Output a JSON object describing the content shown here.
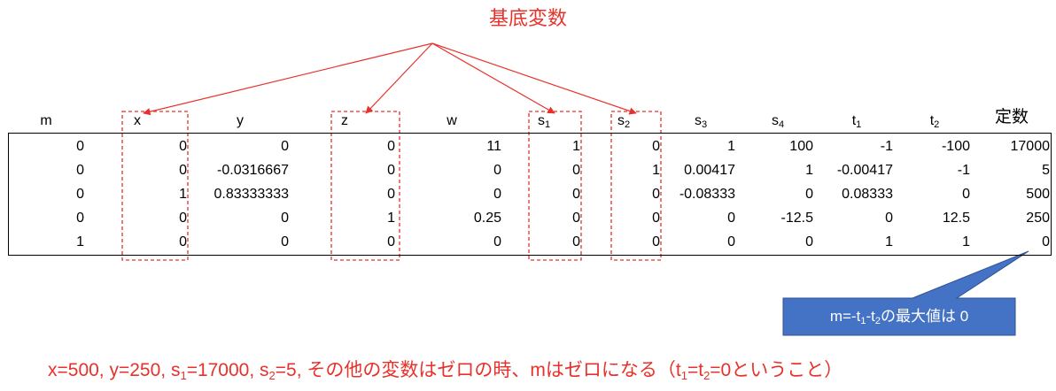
{
  "title": "基底変数",
  "colors": {
    "accent": "#e8312a",
    "callout_fill": "#4472c4",
    "callout_text": "#ffffff",
    "table_text": "#000000",
    "background": "#ffffff"
  },
  "headers": [
    {
      "base": "m",
      "sub": "",
      "basic": false
    },
    {
      "base": "x",
      "sub": "",
      "basic": true
    },
    {
      "base": "y",
      "sub": "",
      "basic": false
    },
    {
      "base": "z",
      "sub": "",
      "basic": true
    },
    {
      "base": "w",
      "sub": "",
      "basic": false
    },
    {
      "base": "s",
      "sub": "1",
      "basic": true
    },
    {
      "base": "s",
      "sub": "2",
      "basic": true
    },
    {
      "base": "s",
      "sub": "3",
      "basic": false
    },
    {
      "base": "s",
      "sub": "4",
      "basic": false
    },
    {
      "base": "t",
      "sub": "1",
      "basic": false
    },
    {
      "base": "t",
      "sub": "2",
      "basic": false
    },
    {
      "base": "定数",
      "sub": "",
      "basic": false
    }
  ],
  "rows": [
    [
      "0",
      "0",
      "0",
      "0",
      "11",
      "1",
      "0",
      "1",
      "100",
      "-1",
      "-100",
      "17000"
    ],
    [
      "0",
      "0",
      "-0.0316667",
      "0",
      "0",
      "0",
      "1",
      "0.00417",
      "1",
      "-0.00417",
      "-1",
      "5"
    ],
    [
      "0",
      "1",
      "0.83333333",
      "0",
      "0",
      "0",
      "0",
      "-0.08333",
      "0",
      "0.08333",
      "0",
      "500"
    ],
    [
      "0",
      "0",
      "0",
      "1",
      "0.25",
      "0",
      "0",
      "0",
      "-12.5",
      "0",
      "12.5",
      "250"
    ],
    [
      "1",
      "0",
      "0",
      "0",
      "0",
      "0",
      "0",
      "0",
      "0",
      "1",
      "1",
      "0"
    ]
  ],
  "callout": {
    "parts": [
      {
        "t": "m=-t",
        "sub": false
      },
      {
        "t": "1",
        "sub": true
      },
      {
        "t": "-t",
        "sub": false
      },
      {
        "t": "2",
        "sub": true
      },
      {
        "t": "の最大値は 0",
        "sub": false
      }
    ]
  },
  "bottom_note": {
    "parts": [
      {
        "t": "x=500, y=250, s",
        "sub": false
      },
      {
        "t": "1",
        "sub": true
      },
      {
        "t": "=17000, s",
        "sub": false
      },
      {
        "t": "2",
        "sub": true
      },
      {
        "t": "=5, その他の変数はゼロの時、mはゼロになる（t",
        "sub": false
      },
      {
        "t": "1",
        "sub": true
      },
      {
        "t": "=t",
        "sub": false
      },
      {
        "t": "2",
        "sub": true
      },
      {
        "t": "=0ということ）",
        "sub": false
      }
    ]
  }
}
